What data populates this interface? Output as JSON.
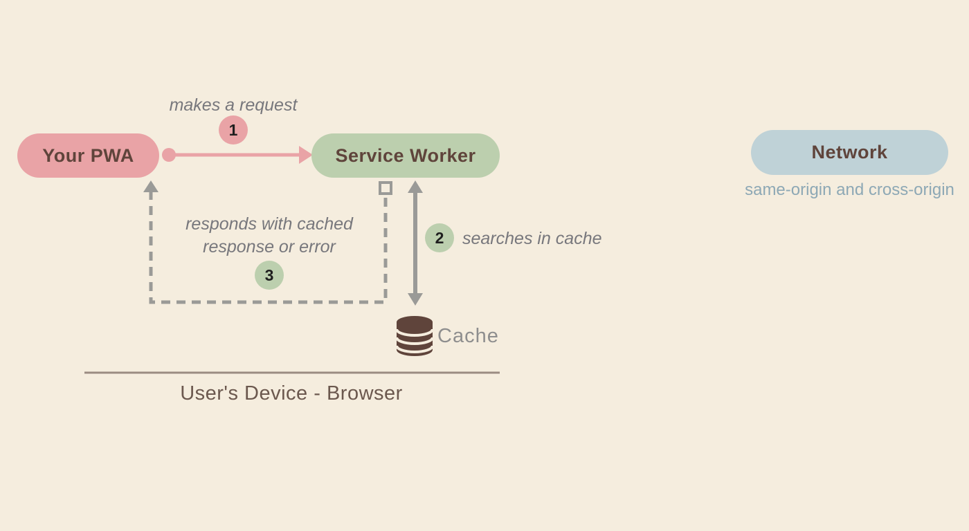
{
  "colors": {
    "cream": "#f5edde",
    "pink": "#e9a3a6",
    "green": "#bccfae",
    "blue": "#bfd2d7",
    "brown": "#5f443b",
    "gray": "#9a9a97",
    "text_gray": "#77777c",
    "label_gray": "#8e8e8e",
    "device_text": "#6b584e",
    "subtitle_blue": "#8da8b5",
    "line_brown": "#9b8c82"
  },
  "nodes": {
    "your_pwa": {
      "label": "Your PWA"
    },
    "service_worker": {
      "label": "Service Worker"
    },
    "network": {
      "label": "Network",
      "subtitle": "same-origin and cross-origin"
    },
    "cache": {
      "label": "Cache"
    }
  },
  "steps": [
    {
      "number": "1",
      "label": "makes a request"
    },
    {
      "number": "2",
      "label": "searches in cache"
    },
    {
      "number": "3",
      "label": "responds with cached response or error"
    }
  ],
  "footer": {
    "label": "User's Device - Browser"
  }
}
